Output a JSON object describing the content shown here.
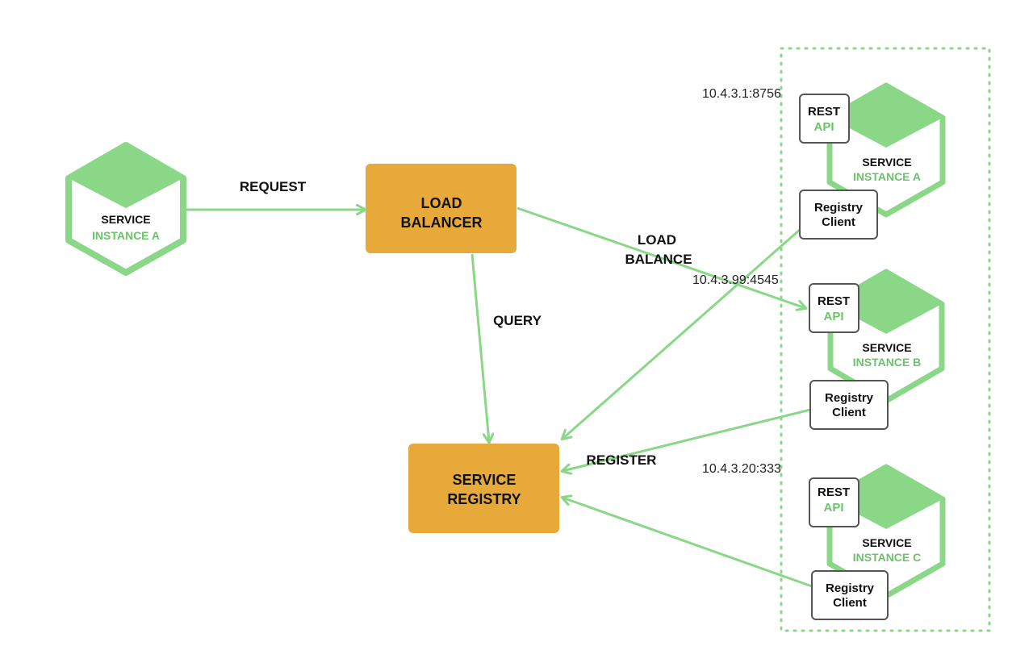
{
  "client": {
    "line1": "SERVICE",
    "line2": "INSTANCE A"
  },
  "load_balancer": {
    "line1": "LOAD",
    "line2": "BALANCER"
  },
  "service_registry": {
    "line1": "SERVICE",
    "line2": "REGISTRY"
  },
  "edges": {
    "request": "REQUEST",
    "query": "QUERY",
    "load_balance_1": "LOAD",
    "load_balance_2": "BALANCE",
    "register": "REGISTER"
  },
  "instances": [
    {
      "ip": "10.4.3.1:8756",
      "rest1": "REST",
      "rest2": "API",
      "svc1": "SERVICE",
      "svc2": "INSTANCE A",
      "reg1": "Registry",
      "reg2": "Client"
    },
    {
      "ip": "10.4.3.99:4545",
      "rest1": "REST",
      "rest2": "API",
      "svc1": "SERVICE",
      "svc2": "INSTANCE B",
      "reg1": "Registry",
      "reg2": "Client"
    },
    {
      "ip": "10.4.3.20:333",
      "rest1": "REST",
      "rest2": "API",
      "svc1": "SERVICE",
      "svc2": "INSTANCE C",
      "reg1": "Registry",
      "reg2": "Client"
    }
  ],
  "colors": {
    "green": "#8ad787",
    "green_text": "#6cc36a",
    "orange": "#e6a93a"
  }
}
